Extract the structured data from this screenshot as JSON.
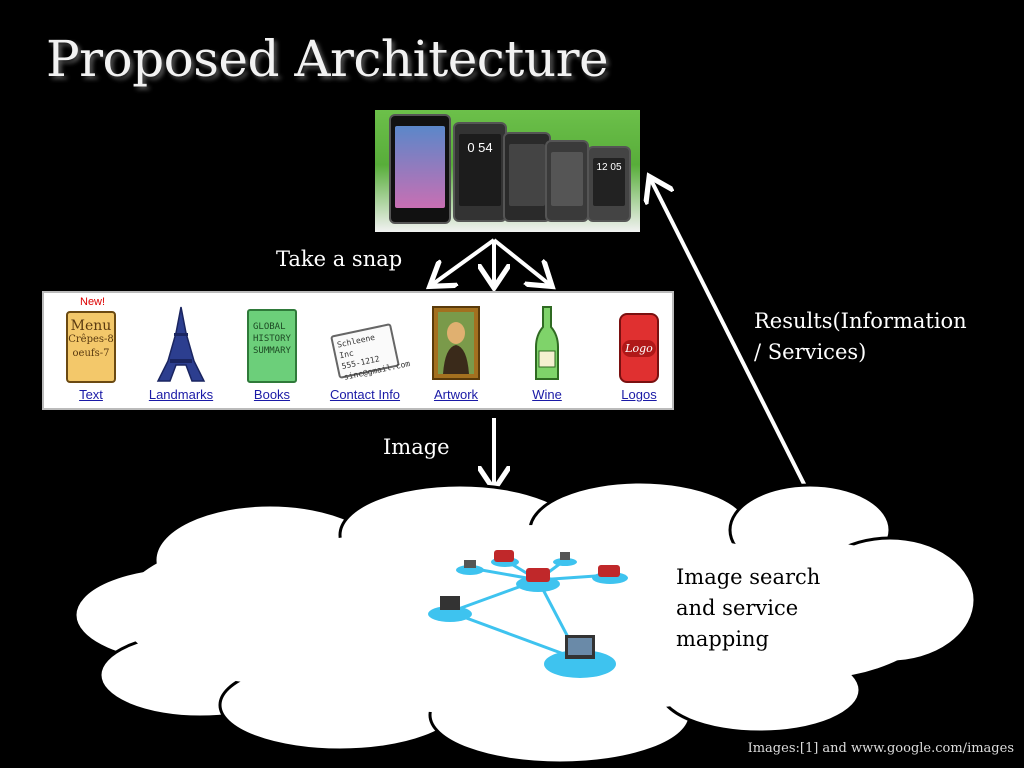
{
  "title": "Proposed Architecture",
  "labels": {
    "take_a_snap": "Take a snap",
    "image": "Image",
    "results_line1": "Results(Information",
    "results_line2": "/ Services)",
    "cloud_line1": "Image search",
    "cloud_line2": "and service",
    "cloud_line3": "mapping"
  },
  "categories": [
    {
      "label": "Text",
      "badge": "New!",
      "icon": "menu-icon"
    },
    {
      "label": "Landmarks",
      "icon": "eiffel-tower-icon"
    },
    {
      "label": "Books",
      "icon": "book-icon"
    },
    {
      "label": "Contact Info",
      "icon": "business-card-icon"
    },
    {
      "label": "Artwork",
      "icon": "painting-icon"
    },
    {
      "label": "Wine",
      "icon": "wine-bottle-icon"
    },
    {
      "label": "Logos",
      "icon": "soda-can-icon"
    }
  ],
  "phone_clocks": [
    "0 54",
    "12 05"
  ],
  "menu_text": [
    "Menu",
    "Crêpes-8",
    "oeufs-7"
  ],
  "book_text": [
    "GLOBAL",
    "HISTORY",
    "SUMMARY"
  ],
  "card_text": [
    "Schleene Inc",
    "555-1212",
    "sinc@gmail.com"
  ],
  "logo_text": "Logo",
  "credit": "Images:[1] and www.google.com/images",
  "colors": {
    "background": "#000000",
    "link": "#1a1aa6",
    "phone_bg": "#6cc04a",
    "network_node": "#3ec3ef",
    "server": "#c0282a"
  }
}
